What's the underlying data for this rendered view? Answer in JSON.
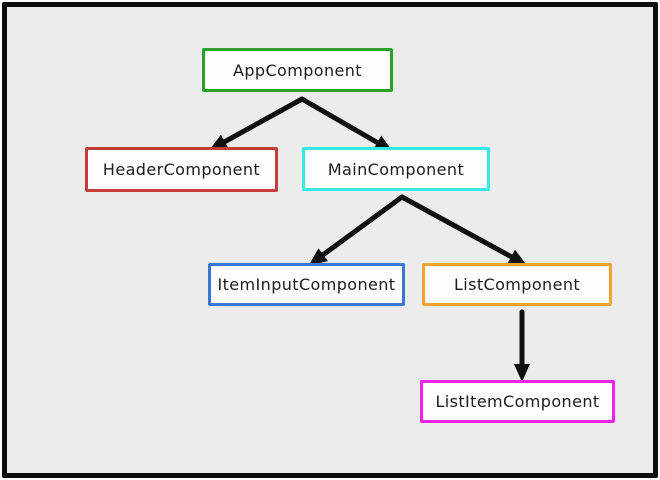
{
  "diagram": {
    "nodes": [
      {
        "id": "app",
        "label": "AppComponent",
        "border_color": "#28a228"
      },
      {
        "id": "header",
        "label": "HeaderComponent",
        "border_color": "#c33d3d"
      },
      {
        "id": "main",
        "label": "MainComponent",
        "border_color": "#35e8e8"
      },
      {
        "id": "iteminput",
        "label": "ItemInputComponent",
        "border_color": "#3b76d6"
      },
      {
        "id": "list",
        "label": "ListComponent",
        "border_color": "#f2a432"
      },
      {
        "id": "listitem",
        "label": "ListItemComponent",
        "border_color": "#ee22ee"
      }
    ],
    "edges": [
      {
        "from": "app",
        "to": "header"
      },
      {
        "from": "app",
        "to": "main"
      },
      {
        "from": "main",
        "to": "iteminput"
      },
      {
        "from": "main",
        "to": "list"
      },
      {
        "from": "list",
        "to": "listitem"
      }
    ],
    "colors": {
      "canvas_bg": "#ececec",
      "frame": "#0d0d0d",
      "box_fill": "#fdfdfd",
      "text": "#1c1c1c",
      "arrow": "#111111"
    }
  }
}
